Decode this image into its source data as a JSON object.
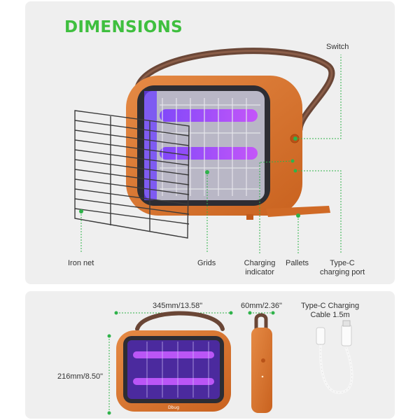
{
  "heading": {
    "text": "DIMENSIONS",
    "color": "#3fbf3f"
  },
  "accent_color": "#2fb34a",
  "device_color": "#d9742f",
  "callouts": {
    "switch": "Switch",
    "iron_net": "Iron net",
    "grids": "Grids",
    "charging_indicator_l1": "Charging",
    "charging_indicator_l2": "indicator",
    "pallets": "Pallets",
    "type_c_port_l1": "Type-C",
    "type_c_port_l2": "charging port"
  },
  "dimensions": {
    "width": "345mm/13.58\"",
    "depth": "60mm/2.36\"",
    "height": "216mm/8.50\""
  },
  "cable": {
    "line1": "Type-C Charging",
    "line2": "Cable 1.5m"
  },
  "brand_mark": "Dbug"
}
